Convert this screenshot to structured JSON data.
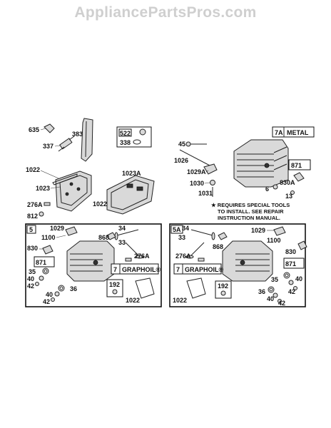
{
  "watermark": "AppliancePartsPros.com",
  "labels": {
    "p635": "635",
    "p337": "337",
    "p383": "383",
    "p522": "522",
    "p338": "338",
    "p1022a": "1022",
    "p1023": "1023",
    "p1023A": "1023A",
    "p276A_a": "276A",
    "p812": "812",
    "p1022b": "1022",
    "p45": "45",
    "p1026": "1026",
    "p7A": "7A",
    "metal": "METAL",
    "p871a": "871",
    "p1029A": "1029A",
    "p1030": "1030",
    "p1031": "1031",
    "p6": "6",
    "p830A": "830A",
    "p13": "13",
    "note_line1": "★ REQUIRES SPECIAL TOOLS",
    "note_line2": "TO INSTALL.  SEE REPAIR",
    "note_line3": "INSTRUCTION MANUAL.",
    "p5": "5",
    "p1029_l": "1029",
    "p1100_l": "1100",
    "p34_l": "34",
    "p868_l": "868",
    "p33_l": "33",
    "p830_l": "830",
    "p871_l": "871",
    "p276A_l": "276A",
    "p35_l": "35",
    "p40a_l": "40",
    "p42a_l": "42",
    "p7_l": "7",
    "graphoil_l": "GRAPHOIL®",
    "p36_l": "36",
    "p40b_l": "40",
    "p42b_l": "42",
    "p192_l": "192",
    "p1022_l": "1022",
    "p5A": "5A",
    "p34_r": "34",
    "p1029_r": "1029",
    "p33_r": "33",
    "p1100_r": "1100",
    "p868_r": "868",
    "p830_r": "830",
    "p276A_r": "276A",
    "p7_r": "7",
    "graphoil_r": "GRAPHOIL®",
    "p871_r": "871",
    "p35_r": "35",
    "p40a_r": "40",
    "p42a_r": "42",
    "p36_r": "36",
    "p40b_r": "40",
    "p42b_r": "42",
    "p192_r": "192",
    "p1022_r": "1022"
  }
}
